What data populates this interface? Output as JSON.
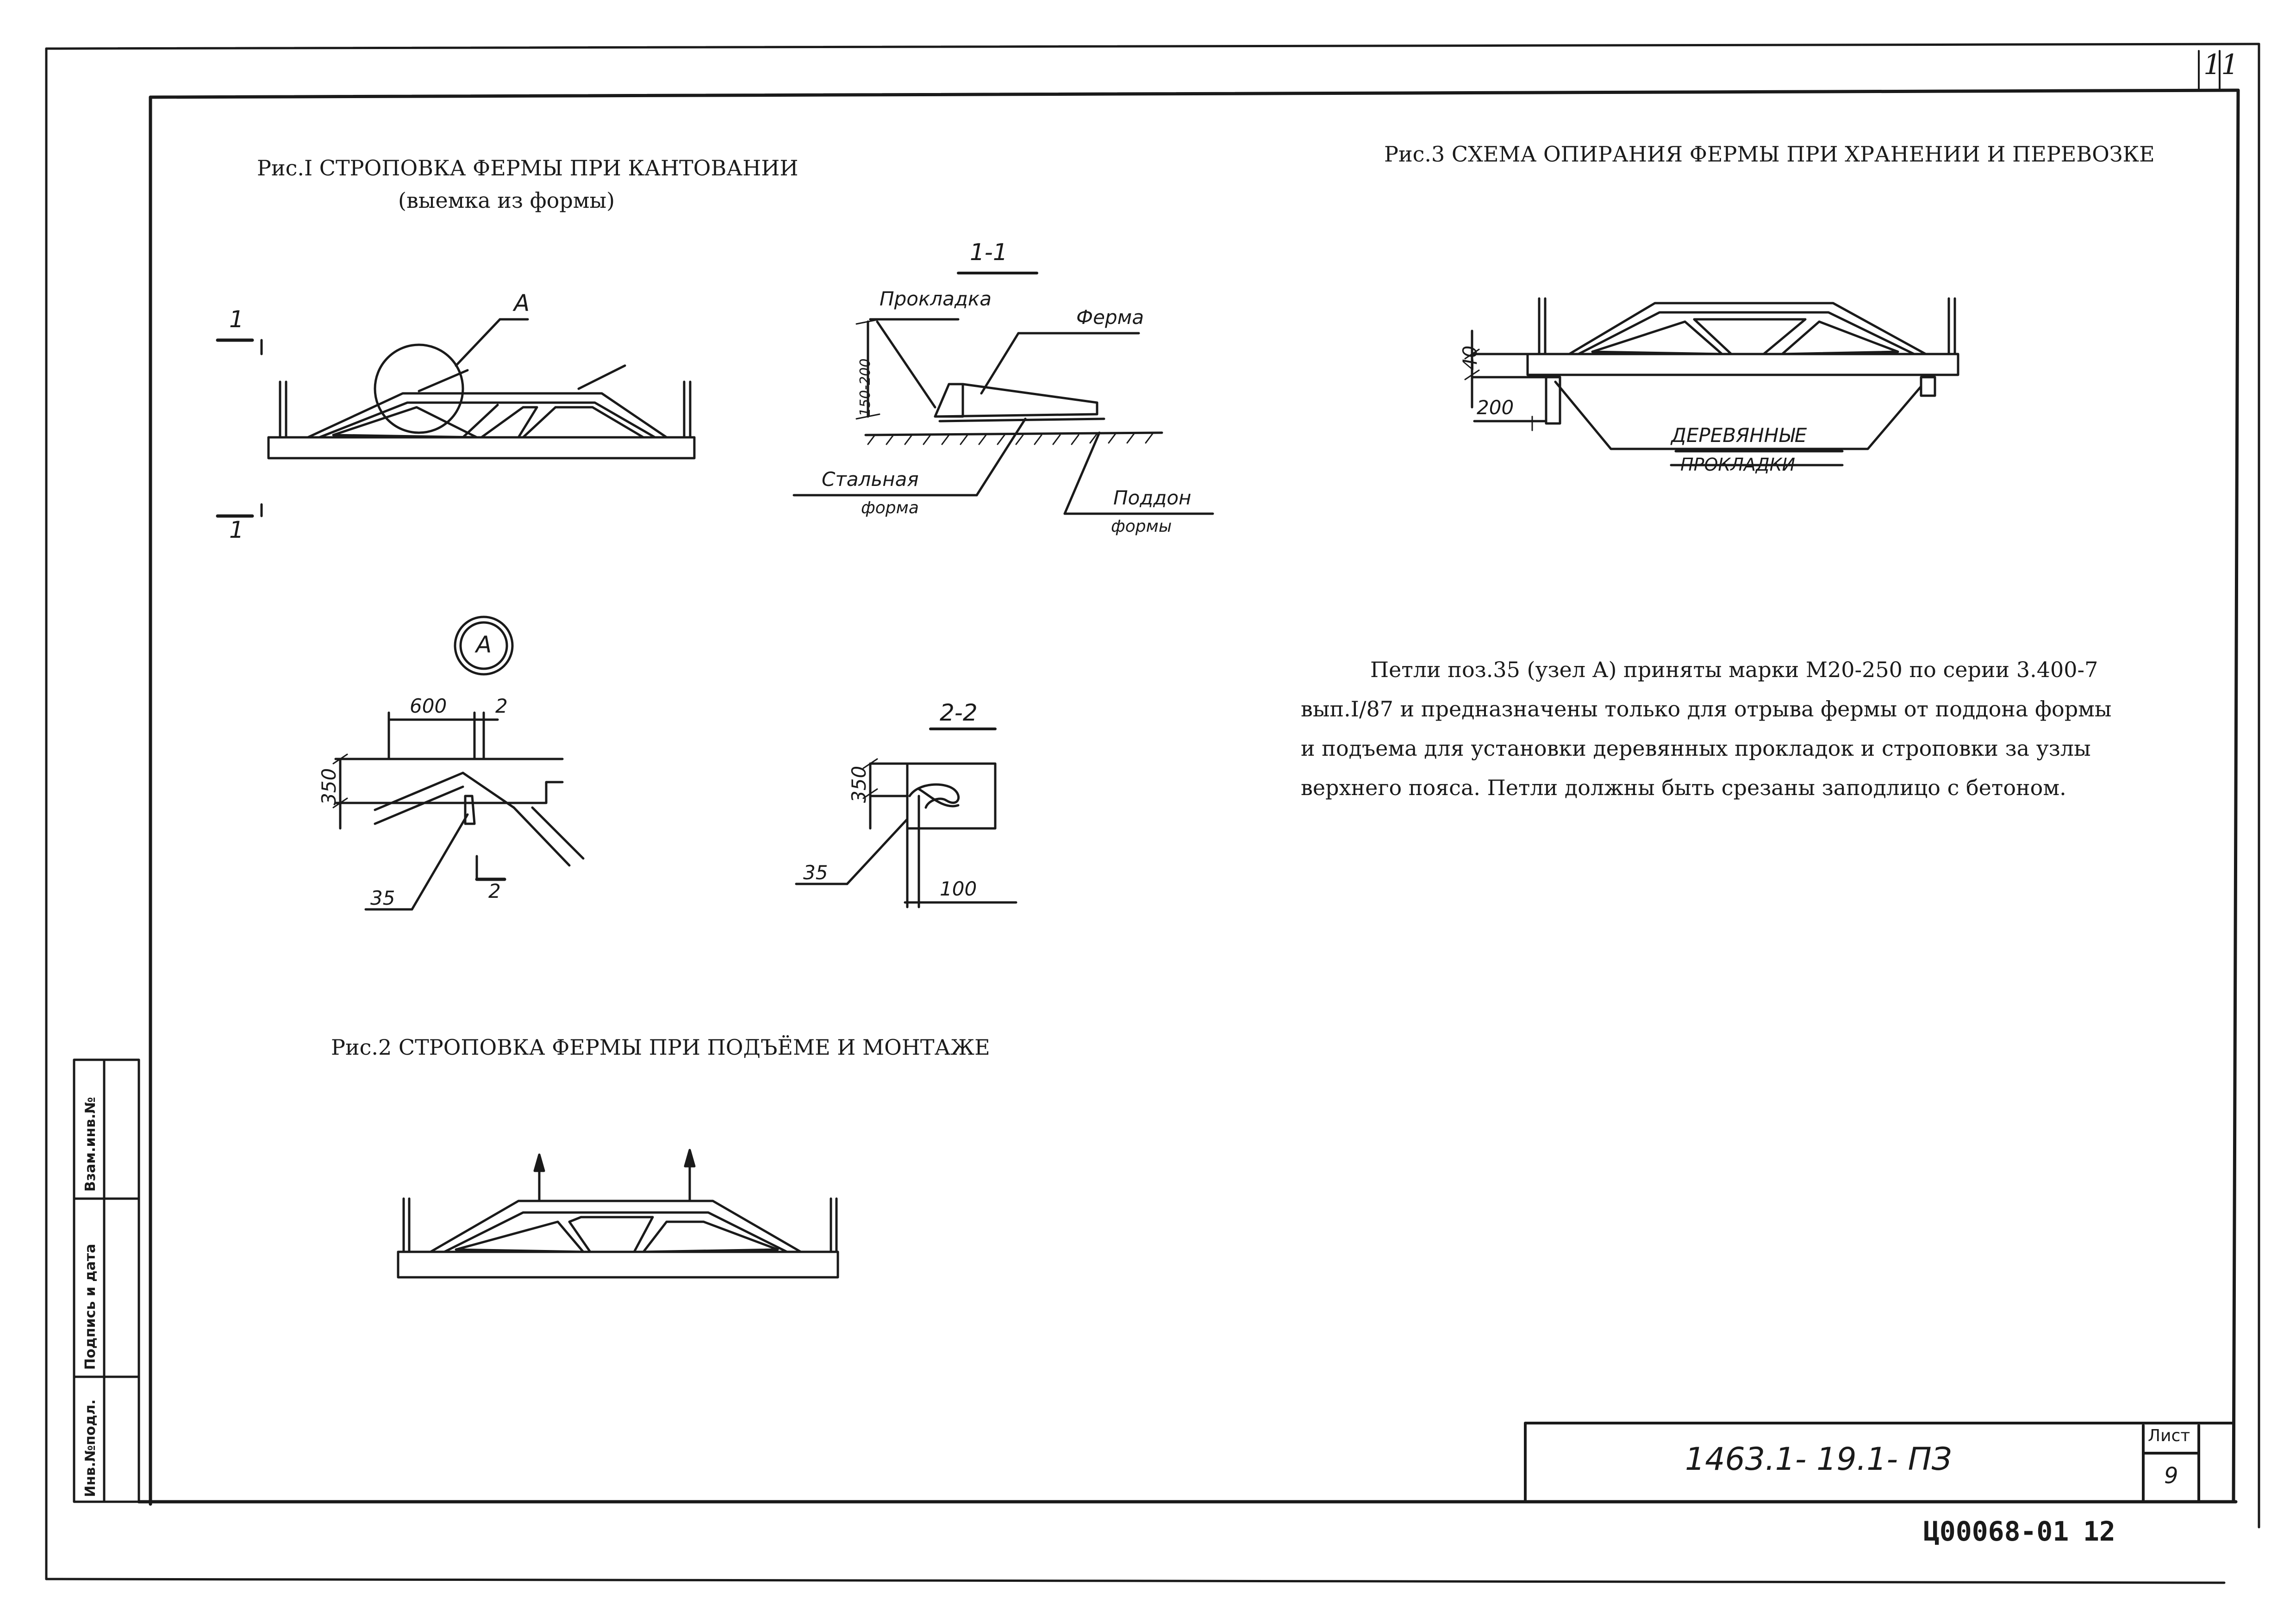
{
  "sheet": {
    "corner_number": "11",
    "designation": "1463.1- 19.1- ПЗ",
    "sheet_label": "Лист",
    "sheet_number": "9",
    "archive_code": "Ц00068-01",
    "archive_page": "12"
  },
  "side_stamp": {
    "inv_orig": "Инв.№подл.",
    "signature_date": "Подпись и дата",
    "replaced_inv": "Взам.инв.№"
  },
  "figure1": {
    "title": "Рис.I СТРОПОВКА ФЕРМЫ ПРИ КАНТОВАНИИ",
    "subtitle": "(выемка из формы)",
    "section_mark": "1",
    "node_label": "A"
  },
  "section_1_1": {
    "title": "1-1",
    "pad_label": "Прокладка",
    "truss_label": "Ферма",
    "steel_form_1": "Стальная",
    "steel_form_2": "форма",
    "pallet_1": "Поддон",
    "pallet_2": "формы",
    "dim": "150-200"
  },
  "node_a": {
    "label": "A",
    "dim_600": "600",
    "dim_2": "2",
    "dim_350": "350",
    "pos": "35",
    "section_mark": "2"
  },
  "section_2_2": {
    "title": "2-2",
    "dim_350": "350",
    "pos": "35",
    "dim_100": "100"
  },
  "figure2": {
    "title": "Рис.2 СТРОПОВКА ФЕРМЫ ПРИ ПОДЪЁМЕ И МОНТАЖЕ"
  },
  "figure3": {
    "title": "Рис.3 СХЕМА ОПИРАНИЯ ФЕРМЫ ПРИ ХРАНЕНИИ И ПЕРЕВОЗКЕ",
    "dim_40": "40",
    "dim_200": "200",
    "pads_1": "ДЕРЕВЯННЫЕ",
    "pads_2": "ПРОКЛАДКИ"
  },
  "notes": {
    "line1": "Петли поз.35 (узел А) приняты марки М20-250 по серии 3.400-7",
    "line2": "вып.I/87 и предназначены только для отрыва фермы от поддона формы",
    "line3": "и подъема для установки деревянных прокладок и строповки за узлы",
    "line4": "верхнего пояса. Петли должны быть срезаны заподлицо с бетоном."
  }
}
